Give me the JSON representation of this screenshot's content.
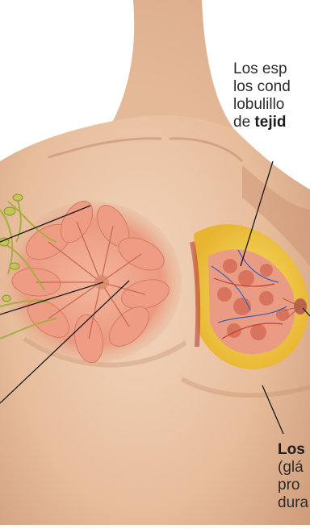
{
  "annotations": {
    "top": {
      "line1": "Los esp",
      "line2": "los cond",
      "line3": "lobulillo",
      "line4_prefix": "de ",
      "line4_bold": "tejid"
    },
    "bottom": {
      "line1_bold": "Los",
      "line2": "(glá",
      "line3": "pro",
      "line4": "dura"
    }
  },
  "colors": {
    "skin": "#e9c3a4",
    "skin_shadow": "#cf9d7c",
    "lobule": "#e98c72",
    "lymph": "#b7bd4f",
    "fat": "#f2d24a",
    "leader_line": "#1a1a1a"
  }
}
